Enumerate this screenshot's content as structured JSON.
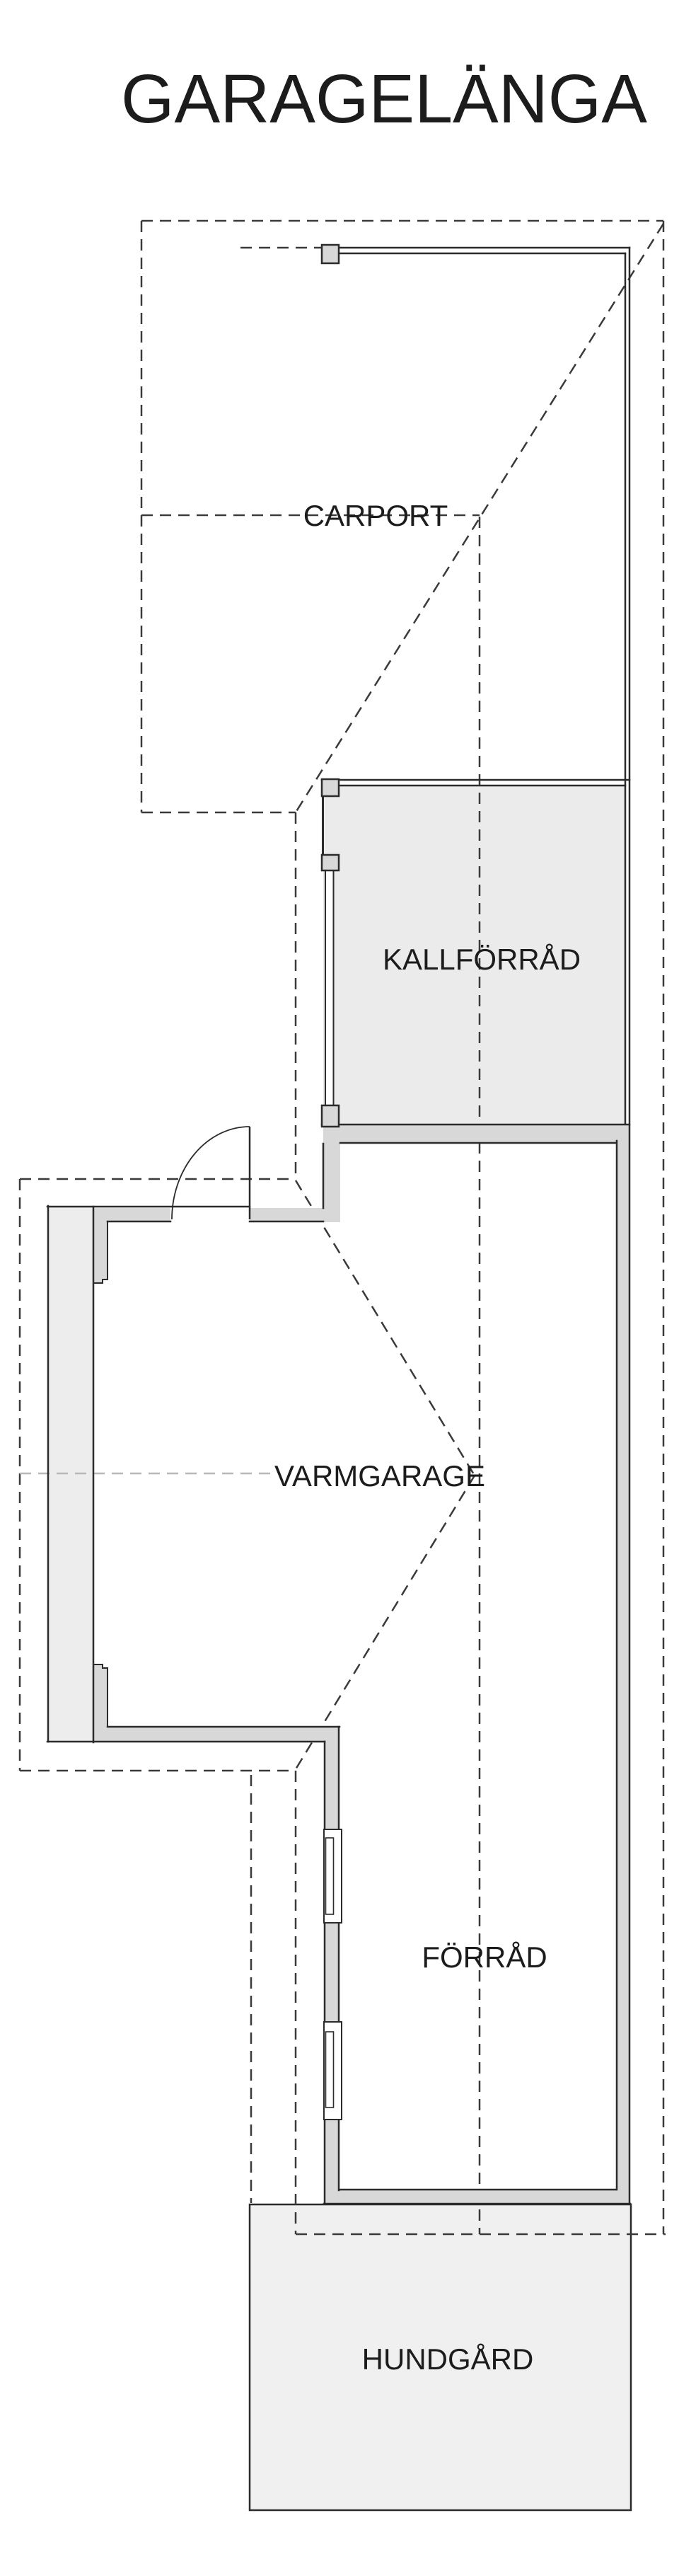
{
  "title": "GARAGELÄNGA",
  "rooms": {
    "carport": {
      "label": "CARPORT"
    },
    "kallforrad": {
      "label": "KALLFÖRRÅD"
    },
    "varmgarage": {
      "label": "VARMGARAGE"
    },
    "forrad": {
      "label": "FÖRRÅD"
    },
    "hundgard": {
      "label": "HUNDGÅRD"
    }
  },
  "colors": {
    "line": "#2b2b2b",
    "dash": "#3a3a3a",
    "light_dash": "#b8b8b8",
    "wall_fill": "#d8d8d8",
    "cold_storage_fill": "#ebebeb",
    "left_wall_fill": "#ededed",
    "dog_yard_fill": "#f0f0f0",
    "background": "#ffffff"
  }
}
